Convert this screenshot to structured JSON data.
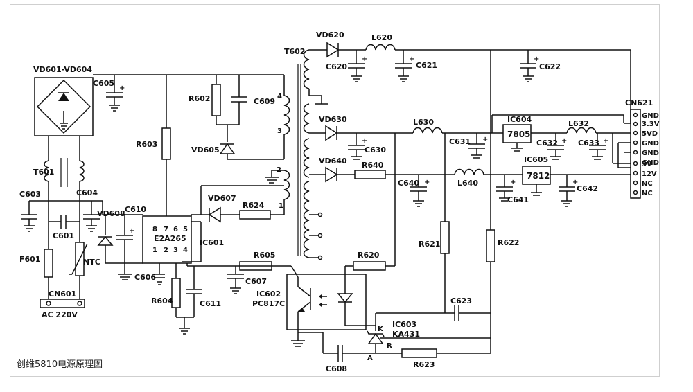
{
  "caption": "创维5810电源原理图",
  "labels": {
    "bridge": "VD601-VD604",
    "c605": "C605",
    "r602": "R602",
    "c609": "C609",
    "r603": "R603",
    "vd605": "VD605",
    "t602": "T602",
    "t601": "T601",
    "c603": "C603",
    "c604": "C604",
    "c601": "C601",
    "vd608": "VD608",
    "c610": "C610",
    "vd607": "VD607",
    "r624": "R624",
    "ic601": "IC601",
    "ic601_part": "E2A265",
    "f601": "F601",
    "ntc": "NTC",
    "cn601": "CN601",
    "ac_input": "AC 220V",
    "c606": "C606",
    "r604": "R604",
    "c611": "C611",
    "r605": "R605",
    "c607": "C607",
    "ic602": "IC602",
    "ic602_part": "PC817C",
    "vd620": "VD620",
    "l620": "L620",
    "c620": "C620",
    "c621": "C621",
    "c622": "C622",
    "vd630": "VD630",
    "l630": "L630",
    "c630": "C630",
    "c631": "C631",
    "vd640": "VD640",
    "r640": "R640",
    "c640": "C640",
    "l640": "L640",
    "c641": "C641",
    "ic604": "IC604",
    "ic604_part": "7805",
    "l632": "L632",
    "c632": "C632",
    "c633": "C633",
    "ic605": "IC605",
    "ic605_part": "7812",
    "c642": "C642",
    "cn621": "CN621",
    "r621": "R621",
    "r622": "R622",
    "r620": "R620",
    "c623": "C623",
    "ic603": "IC603",
    "ic603_part": "KA431",
    "pin_k": "K",
    "pin_r": "R",
    "pin_a": "A",
    "c608": "C608",
    "r623": "R623",
    "pin_4": "4",
    "pin_3": "3",
    "pin_2": "2",
    "pin_1": "1"
  },
  "ic601_pins_top": [
    "8",
    "7",
    "6",
    "5"
  ],
  "ic601_pins_bottom": [
    "1",
    "2",
    "3",
    "4"
  ],
  "cn621_pins": [
    "GND",
    "3.3V",
    "5VD",
    "GND",
    "GND",
    "GND",
    "5V",
    "12V",
    "NC",
    "NC"
  ]
}
